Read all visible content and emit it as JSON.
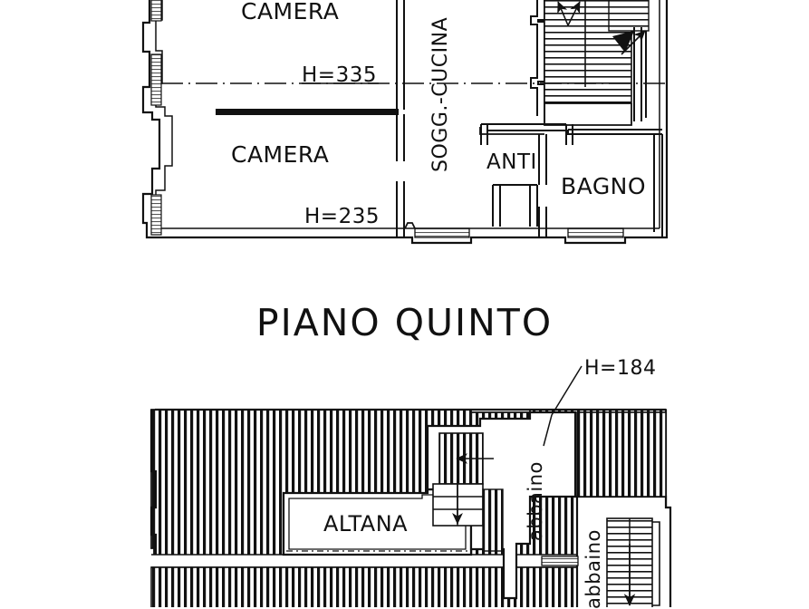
{
  "document": {
    "kind": "architectural-floor-plan",
    "ink_color": "#111111",
    "background_color": "#ffffff"
  },
  "upper_plan": {
    "rooms": [
      {
        "name": "camera-top",
        "label": "CAMERA"
      },
      {
        "name": "camera-bottom",
        "label": "CAMERA"
      },
      {
        "name": "sogg-cucina",
        "label": "SOGG.-CUCINA"
      },
      {
        "name": "anti",
        "label": "ANTI"
      },
      {
        "name": "bagno",
        "label": "BAGNO"
      }
    ],
    "height_notes": [
      {
        "name": "height-335",
        "label": "H=335"
      },
      {
        "name": "height-235",
        "label": "H=235"
      }
    ]
  },
  "section_title": {
    "label": "PIANO QUINTO"
  },
  "lower_plan": {
    "rooms": [
      {
        "name": "altana",
        "label": "ALTANA"
      },
      {
        "name": "abbaino-1",
        "label": "abbaino"
      },
      {
        "name": "abbaino-2",
        "label": "abbaino"
      }
    ],
    "height_notes": [
      {
        "name": "height-184",
        "label": "H=184"
      }
    ]
  }
}
